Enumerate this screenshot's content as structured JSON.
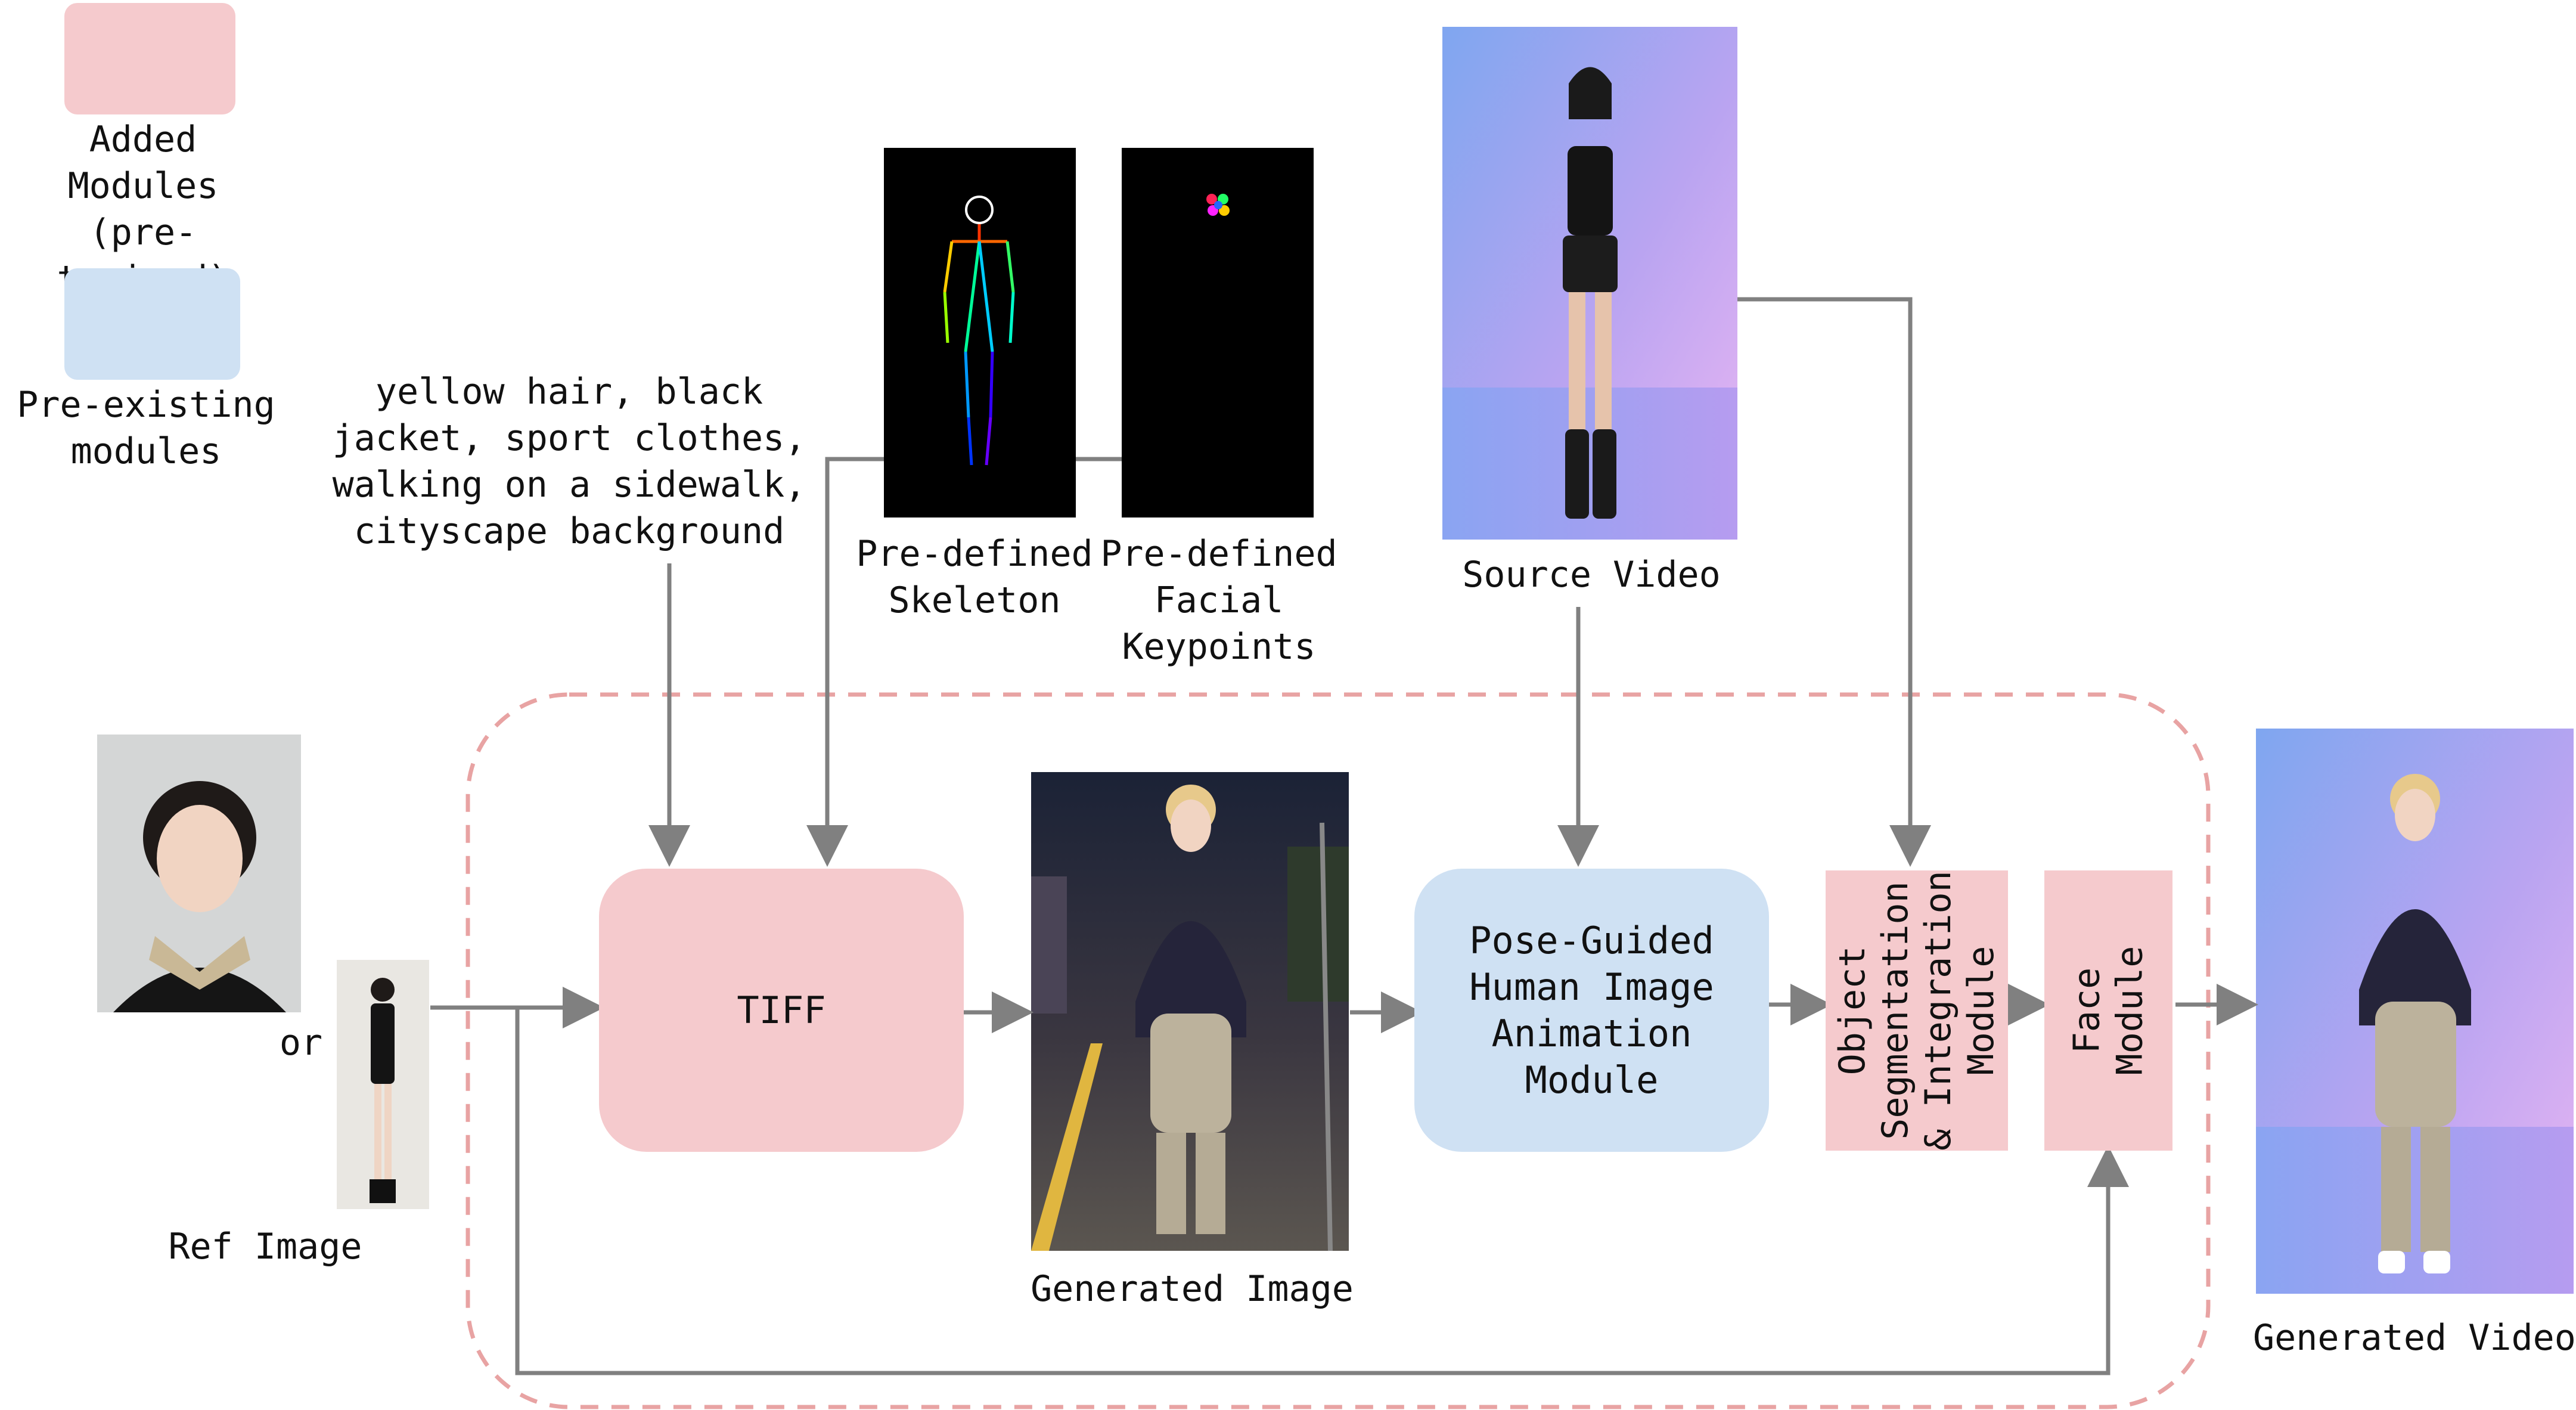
{
  "legend": {
    "added_label": "Added\nModules\n(pre-trained)",
    "preexisting_label": "Pre-existing\nmodules"
  },
  "prompt_text": "yellow hair,  black\njacket, sport clothes,\nwalking on a sidewalk,\ncityscape background",
  "labels": {
    "skeleton": "Pre-defined\nSkeleton",
    "facial": "Pre-defined\nFacial\nKeypoints",
    "source_video": "Source Video",
    "ref_image": "Ref  Image",
    "or": "or",
    "generated_image": "Generated Image",
    "generated_video": "Generated Video"
  },
  "modules": {
    "tiff": "TIFF",
    "pose": "Pose-Guided\nHuman Image\nAnimation\nModule",
    "segmentation": "Object\nSegmentation\n& Integration\nModule",
    "face": "Face\nModule"
  },
  "colors": {
    "added": "#f5cacd",
    "preexisting": "#cfe1f3",
    "arrow": "#808080",
    "dashed_border": "#e8a3a3"
  }
}
